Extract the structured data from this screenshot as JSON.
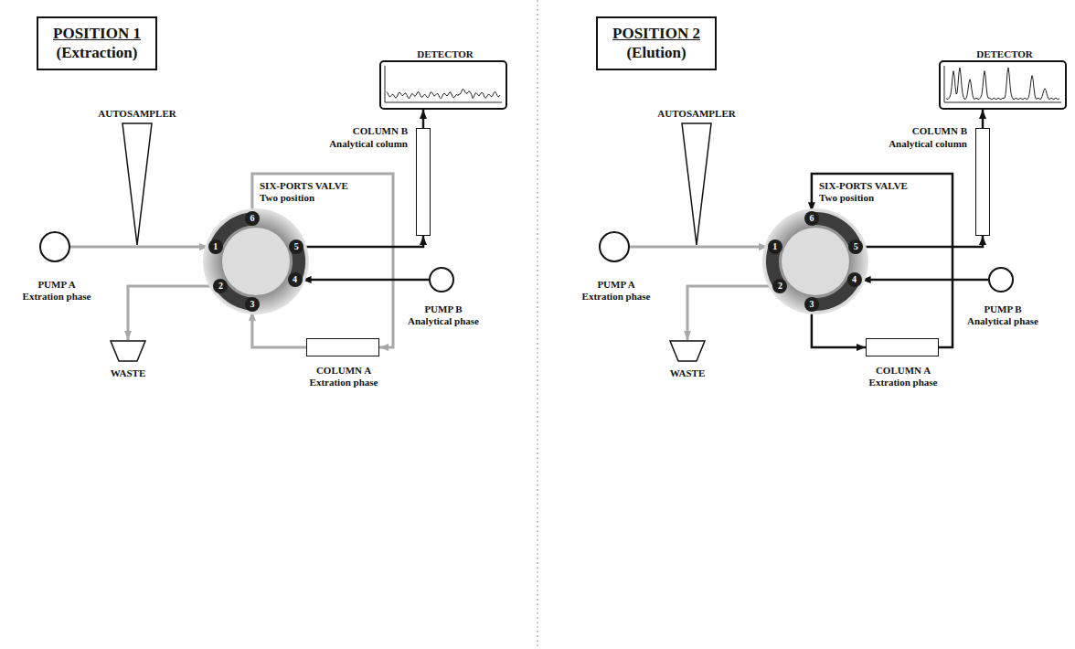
{
  "diagram": {
    "nodes": [
      {
        "text": [
          "POSITION 1",
          "(Extraction)"
        ]
      },
      {
        "text": [
          "DETECTOR"
        ]
      },
      {
        "text": [
          "COLUMN B",
          "Analytical column"
        ]
      },
      {
        "text": [
          "AUTOSAMPLER"
        ]
      },
      {
        "text": [
          "SIX-PORTS VALVE",
          "Two position"
        ]
      },
      {
        "text": [
          "1"
        ],
        "in": 4
      },
      {
        "text": [
          "2"
        ],
        "in": 4
      },
      {
        "text": [
          "3"
        ],
        "in": 4
      },
      {
        "text": [
          "4"
        ],
        "in": 4
      },
      {
        "text": [
          "5"
        ],
        "in": 4
      },
      {
        "text": [
          "6"
        ],
        "in": 4
      },
      {
        "text": [
          "PUMP A",
          "Extration phase"
        ]
      },
      {
        "text": [
          "PUMP B",
          "Analytical phase"
        ]
      },
      {
        "text": [
          "WASTE"
        ]
      },
      {
        "text": [
          "COLUMN A",
          "Extration phase"
        ]
      },
      {
        "text": [
          "POSITION 2",
          "(Elution)"
        ]
      },
      {
        "text": [
          "DETECTOR"
        ]
      },
      {
        "text": [
          "COLUMN B",
          "Analytical column"
        ]
      },
      {
        "text": [
          "AUTOSAMPLER"
        ]
      },
      {
        "text": [
          "SIX-PORTS VALVE",
          "Two position"
        ]
      },
      {
        "text": [
          "1"
        ],
        "in": 19
      },
      {
        "text": [
          "2"
        ],
        "in": 19
      },
      {
        "text": [
          "3"
        ],
        "in": 19
      },
      {
        "text": [
          "4"
        ],
        "in": 19
      },
      {
        "text": [
          "5"
        ],
        "in": 19
      },
      {
        "text": [
          "6"
        ],
        "in": 19
      },
      {
        "text": [
          "PUMP A",
          "Extration phase"
        ]
      },
      {
        "text": [
          "PUMP B",
          "Analytical phase"
        ]
      },
      {
        "text": [
          "WASTE"
        ]
      },
      {
        "text": [
          "COLUMN A",
          "Extration phase"
        ]
      }
    ],
    "edges": [
      {
        "from": 11,
        "to": 5,
        "arrow": "to"
      },
      {
        "from": 6,
        "to": 13,
        "arrow": "to"
      },
      {
        "from": 10,
        "to": 14,
        "arrow": "to"
      },
      {
        "from": 14,
        "to": 7,
        "arrow": "to"
      },
      {
        "from": 12,
        "to": 8,
        "arrow": "to"
      },
      {
        "from": 9,
        "to": 2,
        "arrow": "to"
      },
      {
        "from": 2,
        "to": 1,
        "arrow": "to"
      },
      {
        "from": 26,
        "to": 20,
        "arrow": "to"
      },
      {
        "from": 21,
        "to": 28,
        "arrow": "to"
      },
      {
        "from": 22,
        "to": 29,
        "arrow": "to"
      },
      {
        "from": 29,
        "to": 25,
        "arrow": "to"
      },
      {
        "from": 27,
        "to": 23,
        "arrow": "to"
      },
      {
        "from": 24,
        "to": 17,
        "arrow": "to"
      },
      {
        "from": 17,
        "to": 16,
        "arrow": "to"
      }
    ]
  }
}
